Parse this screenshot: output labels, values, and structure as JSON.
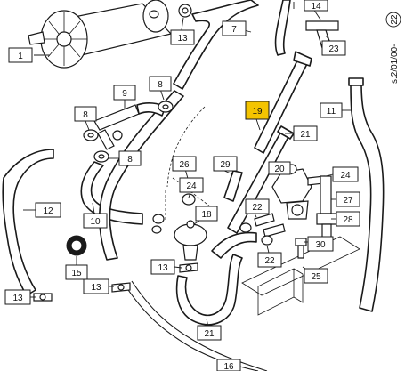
{
  "document": {
    "side_note": "s.2/01/00-",
    "side_note_circled": "22",
    "highlight_color": "#f4c400"
  },
  "callouts": [
    {
      "id": "c1",
      "label": "1"
    },
    {
      "id": "c7",
      "label": "7"
    },
    {
      "id": "c13a",
      "label": "13"
    },
    {
      "id": "c14",
      "label": "14"
    },
    {
      "id": "c23",
      "label": "23"
    },
    {
      "id": "c9",
      "label": "9"
    },
    {
      "id": "c8a",
      "label": "8"
    },
    {
      "id": "c8b",
      "label": "8"
    },
    {
      "id": "c8c",
      "label": "8"
    },
    {
      "id": "c19",
      "label": "19"
    },
    {
      "id": "c11",
      "label": "11"
    },
    {
      "id": "c21a",
      "label": "21"
    },
    {
      "id": "c26",
      "label": "26"
    },
    {
      "id": "c29",
      "label": "29"
    },
    {
      "id": "c20",
      "label": "20"
    },
    {
      "id": "c24a",
      "label": "24"
    },
    {
      "id": "c24b",
      "label": "24"
    },
    {
      "id": "c27",
      "label": "27"
    },
    {
      "id": "c28",
      "label": "28"
    },
    {
      "id": "c12",
      "label": "12"
    },
    {
      "id": "c10",
      "label": "10"
    },
    {
      "id": "c18",
      "label": "18"
    },
    {
      "id": "c22a",
      "label": "22"
    },
    {
      "id": "c22b",
      "label": "22"
    },
    {
      "id": "c30",
      "label": "30"
    },
    {
      "id": "c15",
      "label": "15"
    },
    {
      "id": "c13b",
      "label": "13"
    },
    {
      "id": "c13c",
      "label": "13"
    },
    {
      "id": "c13d",
      "label": "13"
    },
    {
      "id": "c25",
      "label": "25"
    },
    {
      "id": "c21b",
      "label": "21"
    },
    {
      "id": "c16",
      "label": "16"
    }
  ]
}
